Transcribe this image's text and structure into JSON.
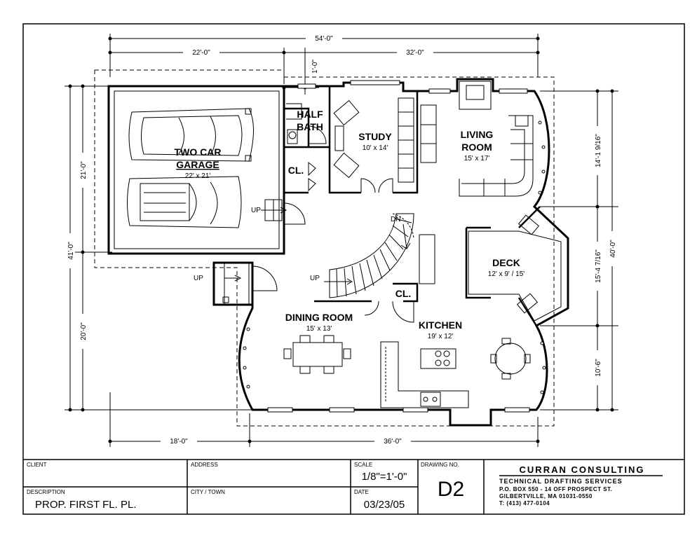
{
  "rooms": {
    "garage": {
      "name_line1": "TWO CAR",
      "name_line2": "GARAGE",
      "size": "22' x 21'"
    },
    "half_bath": {
      "name_line1": "HALF",
      "name_line2": "BATH"
    },
    "study": {
      "name": "STUDY",
      "size": "10' x 14'"
    },
    "living": {
      "name_line1": "LIVING",
      "name_line2": "ROOM",
      "size": "15' x 17'"
    },
    "closet_upper": {
      "name": "CL."
    },
    "closet_lower": {
      "name": "CL."
    },
    "deck": {
      "name": "DECK",
      "size": "12' x 9' / 15'"
    },
    "dining": {
      "name": "DINING ROOM",
      "size": "15' x 13'"
    },
    "kitchen": {
      "name": "KITCHEN",
      "size": "19' x 12'"
    }
  },
  "stairs": {
    "up_garage": "UP",
    "up_entry": "UP",
    "up_stair": "UP",
    "dn_stair": "DN"
  },
  "dimensions": {
    "top_overall": "54'-0\"",
    "top_left": "22'-0\"",
    "top_right": "32'-0\"",
    "top_small": "1'-0\"",
    "bottom_left": "18'-0\"",
    "bottom_right": "36'-0\"",
    "left_overall": "41'-0\"",
    "left_upper": "21'-0\"",
    "left_lower": "20'-0\"",
    "right_overall": "40'-0\"",
    "right_upper": "14'-1 9/16\"",
    "right_middle": "15'-4 7/16\"",
    "right_lower": "10'-6\""
  },
  "title_block": {
    "client_label": "CLIENT",
    "address_label": "ADDRESS",
    "scale_label": "SCALE",
    "scale_value": "1/8\"=1'-0\"",
    "drawing_no_label": "DRAWING NO.",
    "drawing_no": "D2",
    "description_label": "DESCRIPTION",
    "description_value": "PROP. FIRST FL. PL.",
    "city_label": "CITY / TOWN",
    "date_label": "DATE",
    "date_value": "03/23/05",
    "firm_name": "CURRAN CONSULTING",
    "firm_tagline": "TECHNICAL DRAFTING SERVICES",
    "firm_address1": "P.O. BOX 550 - 14 OFF PROSPECT ST.",
    "firm_address2": "GILBERTVILLE, MA 01031-0550",
    "firm_phone": "T: (413) 477-0104"
  }
}
